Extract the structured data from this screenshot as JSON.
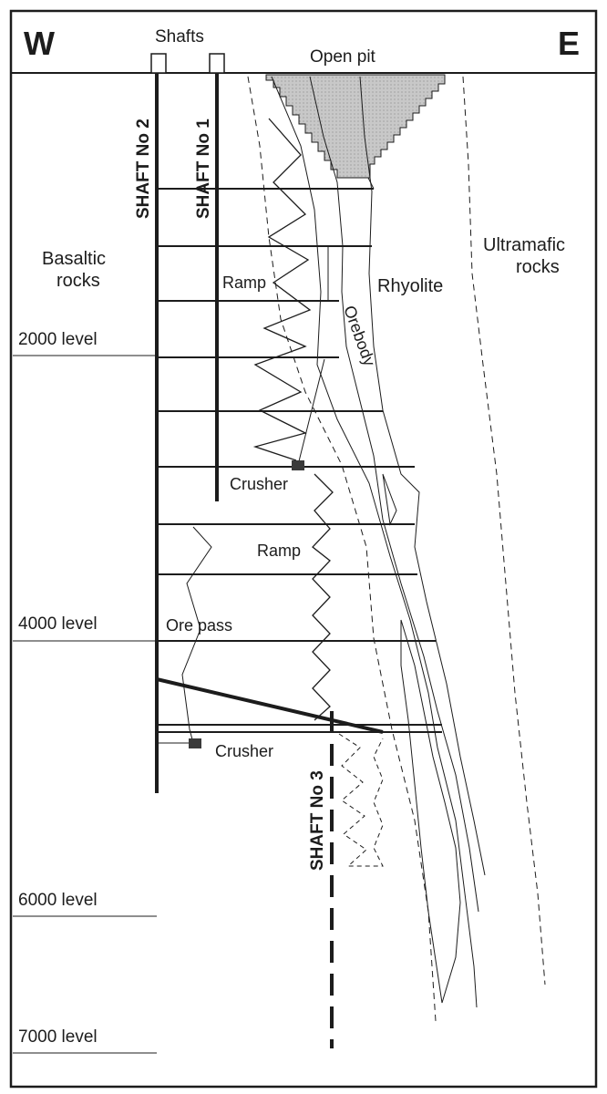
{
  "header": {
    "west": "W",
    "east": "E",
    "shafts": "Shafts",
    "open_pit": "Open pit"
  },
  "shafts": {
    "no2": "SHAFT No 2",
    "no1": "SHAFT No 1",
    "no3": "SHAFT No 3"
  },
  "rocks": {
    "basaltic_line1": "Basaltic",
    "basaltic_line2": "rocks",
    "ultramafic_line1": "Ultramafic",
    "ultramafic_line2": "rocks",
    "rhyolite": "Rhyolite",
    "orebody": "Orebody"
  },
  "workings": {
    "ramp_upper": "Ramp",
    "ramp_lower": "Ramp",
    "crusher_upper": "Crusher",
    "crusher_lower": "Crusher",
    "ore_pass": "Ore pass"
  },
  "levels": {
    "l2000": "2000 level",
    "l4000": "4000 level",
    "l6000": "6000 level",
    "l7000": "7000 level"
  },
  "colors": {
    "ink": "#1c1c1c",
    "pit_fill": "#c8c8c8"
  }
}
